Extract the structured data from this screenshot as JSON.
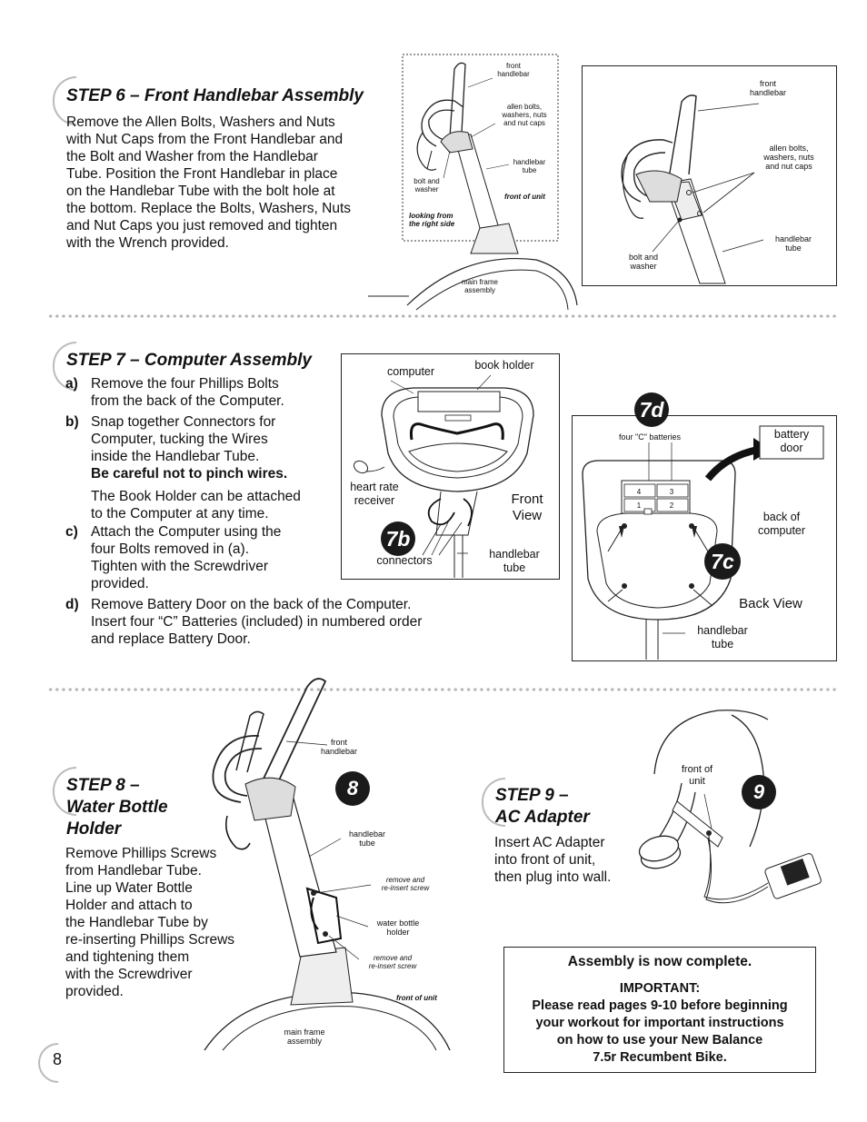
{
  "step6": {
    "title": "STEP 6 – Front Handlebar Assembly",
    "body_lines": [
      "Remove the Allen Bolts, Washers and Nuts",
      "with Nut Caps from the Front Handlebar and",
      "the Bolt and Washer from the Handlebar",
      "Tube. Position the Front Handlebar in place",
      "on the Handlebar Tube with the bolt hole at",
      "the bottom. Replace the Bolts, Washers, Nuts",
      "and Nut Caps you just removed and tighten",
      "with the Wrench provided."
    ],
    "fig_left": {
      "front_handlebar": [
        "front",
        "handlebar"
      ],
      "allen_bolts": [
        "allen bolts,",
        "washers, nuts",
        "and nut caps"
      ],
      "handlebar_tube": [
        "handlebar",
        "tube"
      ],
      "bolt_washer": [
        "bolt and",
        "washer"
      ],
      "front_of_unit": "front of unit",
      "looking_from": [
        "looking from",
        "the right side"
      ],
      "main_frame": [
        "main frame",
        "assembly"
      ]
    },
    "fig_right": {
      "front_handlebar": [
        "front",
        "handlebar"
      ],
      "allen_bolts": [
        "allen bolts,",
        "washers, nuts",
        "and nut caps"
      ],
      "bolt_washer": [
        "bolt and",
        "washer"
      ],
      "handlebar_tube": [
        "handlebar",
        "tube"
      ]
    }
  },
  "step7": {
    "title": "STEP 7 – Computer Assembly",
    "items": [
      {
        "key": "a)",
        "lines": [
          "Remove the four Phillips Bolts",
          "from the back of the Computer."
        ]
      },
      {
        "key": "b)",
        "lines": [
          "Snap together Connectors for",
          "Computer, tucking the Wires",
          "inside the Handlebar Tube."
        ],
        "note": "Be careful not to pinch wires.",
        "extra": [
          "The Book Holder can be attached",
          "to the Computer at any time."
        ]
      },
      {
        "key": "c)",
        "lines": [
          "Attach the Computer using the",
          "four Bolts removed in (a).",
          "Tighten with the Screwdriver",
          "provided."
        ]
      },
      {
        "key": "d)",
        "lines": [
          "Remove Battery Door on the back of the Computer.",
          "Insert four “C” Batteries (included) in numbered order",
          "and replace Battery Door."
        ]
      }
    ],
    "fig_front": {
      "computer": "computer",
      "book_holder": "book holder",
      "heart_rate": [
        "heart rate",
        "receiver"
      ],
      "front_view": [
        "Front",
        "View"
      ],
      "badge": "7b",
      "connectors": "connectors",
      "handlebar_tube": [
        "handlebar",
        "tube"
      ]
    },
    "fig_back": {
      "badge_d": "7d",
      "badge_c": "7c",
      "batteries": "four \"C\" batteries",
      "battery_door": [
        "battery",
        "door"
      ],
      "back_of_computer": [
        "back of",
        "computer"
      ],
      "back_view": "Back View",
      "handlebar_tube": [
        "handlebar",
        "tube"
      ],
      "cells": [
        "4",
        "3",
        "1",
        "2"
      ]
    }
  },
  "step8": {
    "title_lines": [
      "STEP 8 –",
      "Water Bottle",
      "Holder"
    ],
    "body_lines": [
      "Remove Phillips Screws",
      "from Handlebar Tube.",
      "Line up Water Bottle",
      "Holder and attach to",
      "the Handlebar Tube by",
      "re-inserting Phillips Screws",
      "and tightening them",
      "with the Screwdriver",
      "provided."
    ],
    "fig": {
      "badge": "8",
      "front_handlebar": [
        "front",
        "handlebar"
      ],
      "handlebar_tube": [
        "handlebar",
        "tube"
      ],
      "remove1": [
        "remove and",
        "re-insert screw"
      ],
      "water_bottle": [
        "water bottle",
        "holder"
      ],
      "remove2": [
        "remove and",
        "re-insert screw"
      ],
      "front_of_unit": "front of unit",
      "main_frame": [
        "main frame",
        "assembly"
      ]
    }
  },
  "step9": {
    "title_lines": [
      "STEP 9 –",
      "AC Adapter"
    ],
    "body_lines": [
      "Insert AC Adapter",
      "into front of unit,",
      "then plug into wall."
    ],
    "fig": {
      "badge": "9",
      "front_of_unit": [
        "front of",
        "unit"
      ]
    }
  },
  "complete": {
    "heading": "Assembly is now complete.",
    "important": "IMPORTANT:",
    "lines": [
      "Please read pages 9-10 before beginning",
      "your workout for important instructions",
      "on how to use your New Balance",
      "7.5r Recumbent Bike."
    ]
  },
  "page_number": "8"
}
